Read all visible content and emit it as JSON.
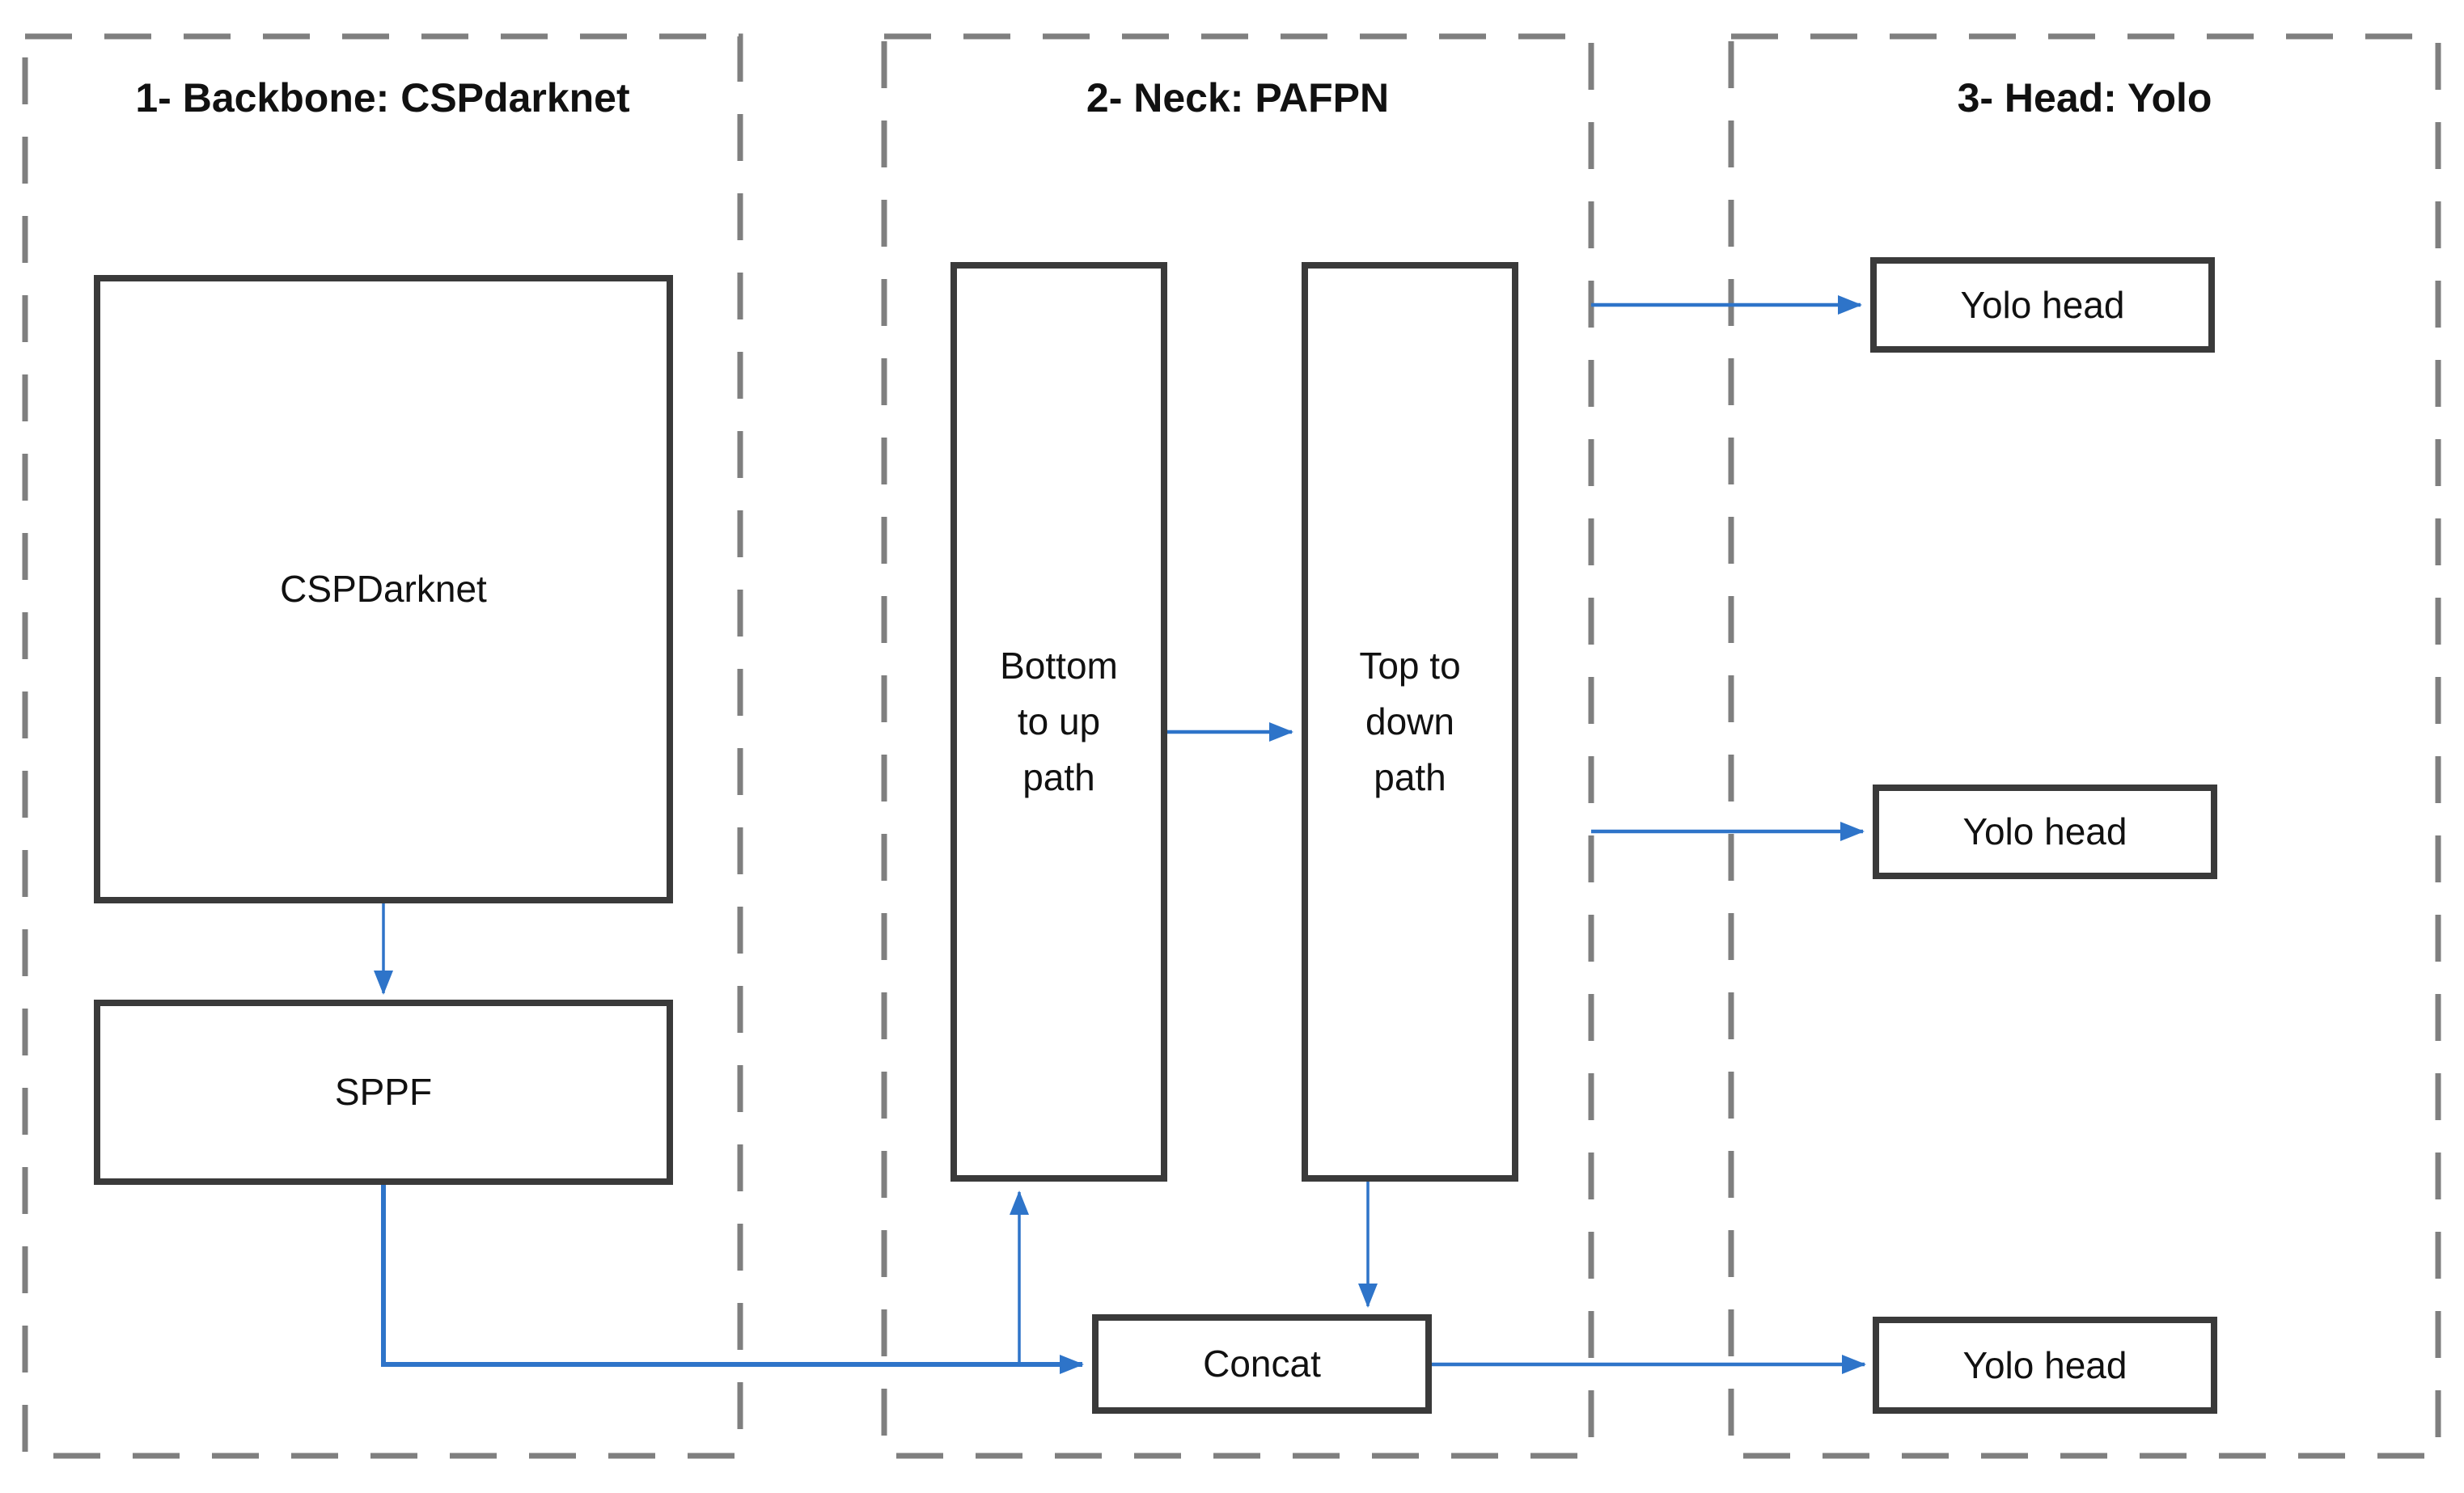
{
  "diagram": {
    "background": "#ffffff",
    "colors": {
      "arrow": "#2e74c9",
      "node_border": "#3a3a3a",
      "node_fill": "#ffffff",
      "section_border": "#7f7f7f",
      "text": "#111111"
    },
    "sections": [
      {
        "id": "backbone",
        "title": "1- Backbone: CSPdarknet"
      },
      {
        "id": "neck",
        "title": "2- Neck: PAFPN"
      },
      {
        "id": "head",
        "title": "3- Head: Yolo"
      }
    ],
    "nodes": [
      {
        "id": "cspdarknet",
        "section": "backbone",
        "label": "CSPDarknet"
      },
      {
        "id": "sppf",
        "section": "backbone",
        "label": "SPPF"
      },
      {
        "id": "bottom-up-path",
        "section": "neck",
        "label": "Bottom\nto up\npath"
      },
      {
        "id": "top-down-path",
        "section": "neck",
        "label": "Top to\ndown\npath"
      },
      {
        "id": "concat",
        "section": "neck",
        "label": "Concat"
      },
      {
        "id": "yolo-head-1",
        "section": "head",
        "label": "Yolo head"
      },
      {
        "id": "yolo-head-2",
        "section": "head",
        "label": "Yolo head"
      },
      {
        "id": "yolo-head-3",
        "section": "head",
        "label": "Yolo head"
      }
    ],
    "edges": [
      {
        "from": "cspdarknet",
        "to": "sppf"
      },
      {
        "from": "sppf",
        "to": "bottom-up-path"
      },
      {
        "from": "sppf",
        "to": "concat"
      },
      {
        "from": "bottom-up-path",
        "to": "top-down-path"
      },
      {
        "from": "top-down-path",
        "to": "concat"
      },
      {
        "from": "neck-edge",
        "to": "yolo-head-1"
      },
      {
        "from": "neck-edge",
        "to": "yolo-head-2"
      },
      {
        "from": "concat",
        "to": "yolo-head-3"
      }
    ]
  }
}
